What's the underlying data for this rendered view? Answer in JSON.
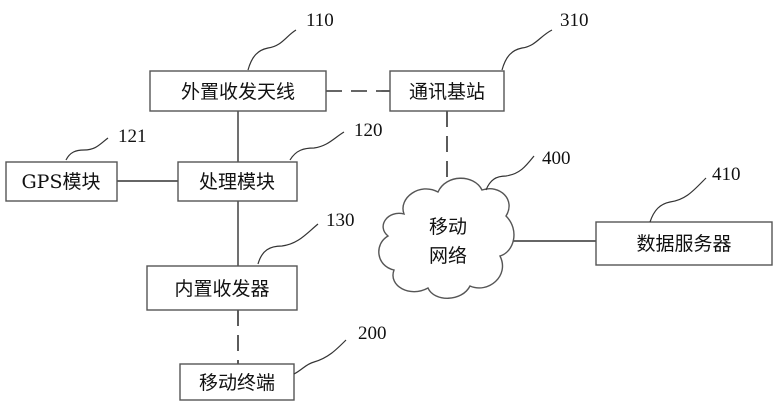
{
  "nodes": {
    "external_antenna": {
      "label": "外置收发天线",
      "ref": "110"
    },
    "base_station": {
      "label": "通讯基站",
      "ref": "310"
    },
    "gps_module": {
      "label": "GPS模块",
      "ref": "121"
    },
    "processing_module": {
      "label": "处理模块",
      "ref": "120"
    },
    "internal_transceiver": {
      "label": "内置收发器",
      "ref": "130"
    },
    "mobile_terminal": {
      "label": "移动终端",
      "ref": "200"
    },
    "mobile_network": {
      "label_line1": "移动",
      "label_line2": "网络",
      "ref": "400"
    },
    "data_server": {
      "label": "数据服务器",
      "ref": "410"
    }
  }
}
